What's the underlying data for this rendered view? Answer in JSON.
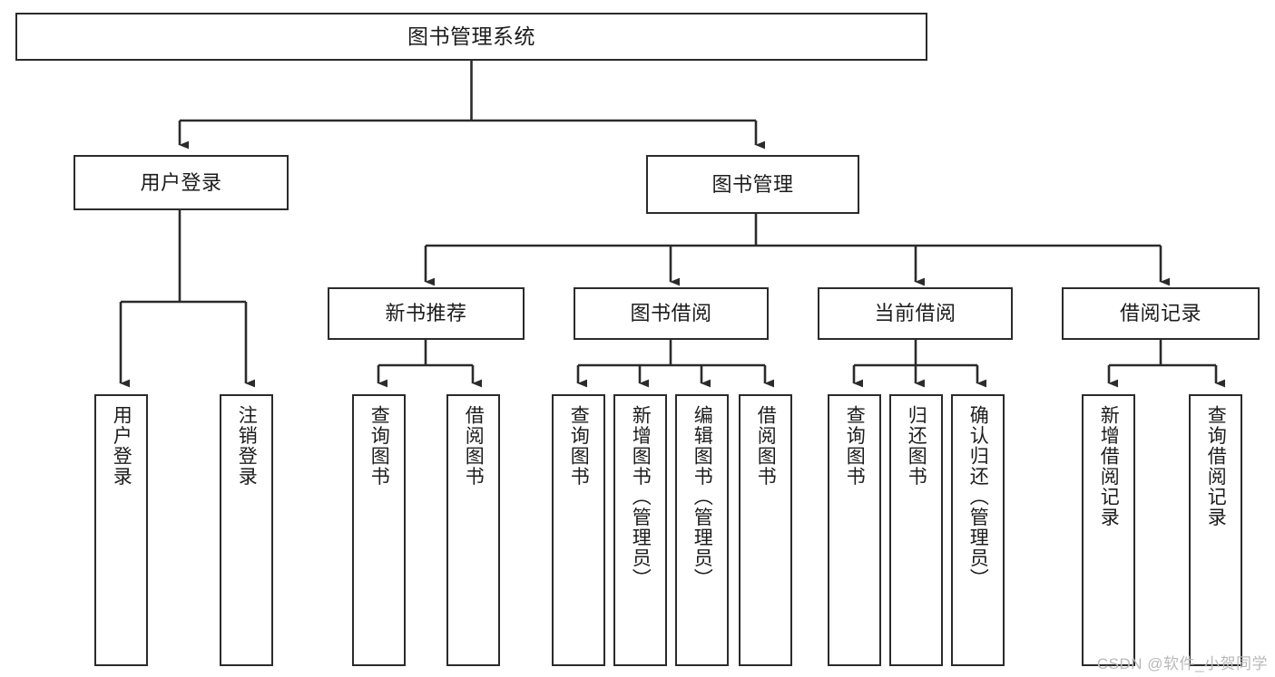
{
  "diagram": {
    "title": "图书管理系统",
    "watermark": "CSDN @软件_小贺同学",
    "stroke_color": "#2b2b2b",
    "background_color": "#ffffff",
    "root": {
      "label": "图书管理系统"
    },
    "level2": [
      {
        "label": "用户登录"
      },
      {
        "label": "图书管理"
      }
    ],
    "level3": [
      {
        "label": "新书推荐"
      },
      {
        "label": "图书借阅"
      },
      {
        "label": "当前借阅"
      },
      {
        "label": "借阅记录"
      }
    ],
    "leaves": {
      "user_login": [
        {
          "label": "用户登录"
        },
        {
          "label": "注销登录"
        }
      ],
      "new_book_recommend": [
        {
          "label": "查询图书"
        },
        {
          "label": "借阅图书"
        }
      ],
      "book_borrow": [
        {
          "label": "查询图书"
        },
        {
          "label": "新增图书（管理员）"
        },
        {
          "label": "编辑图书（管理员）"
        },
        {
          "label": "借阅图书"
        }
      ],
      "current_borrow": [
        {
          "label": "查询图书"
        },
        {
          "label": "归还图书"
        },
        {
          "label": "确认归还（管理员）"
        }
      ],
      "borrow_record": [
        {
          "label": "新增借阅记录"
        },
        {
          "label": "查询借阅记录"
        }
      ]
    }
  }
}
